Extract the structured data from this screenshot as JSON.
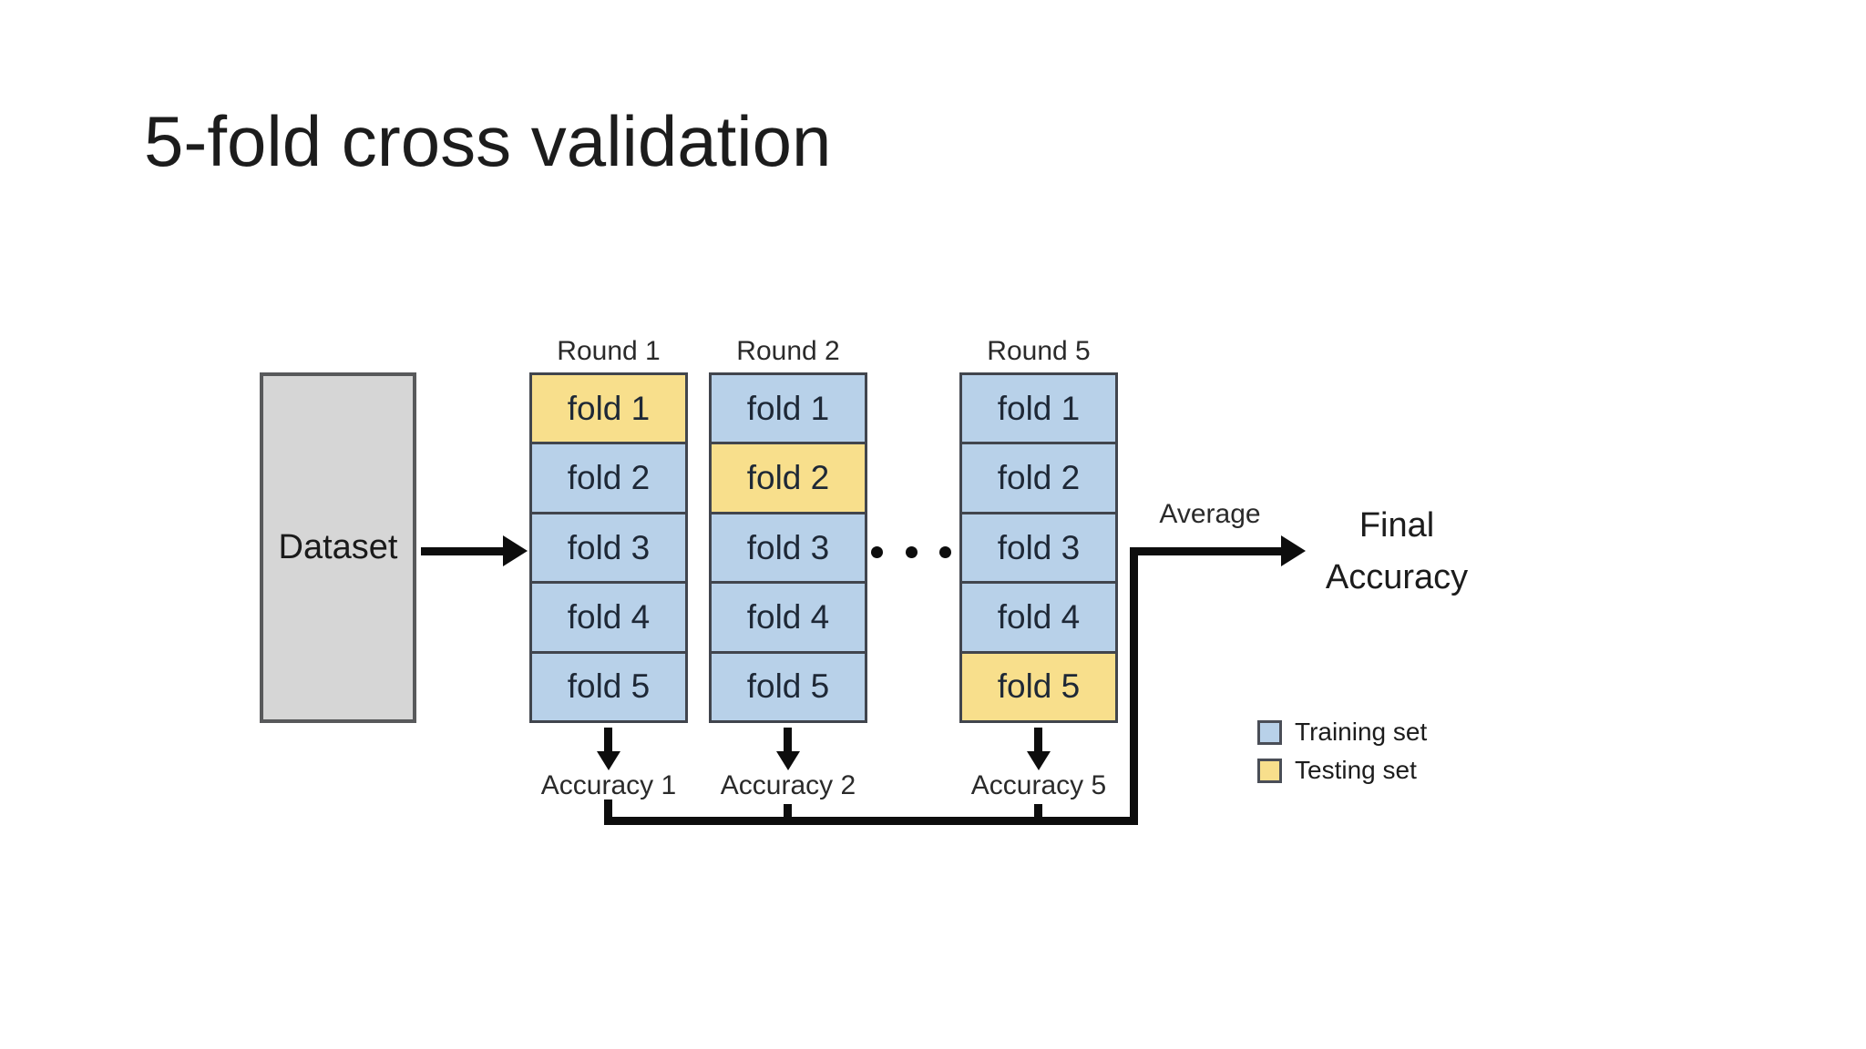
{
  "slide": {
    "title": "5-fold cross validation"
  },
  "colors": {
    "training_fill": "#b8d1e9",
    "testing_fill": "#f8df8c",
    "dataset_fill": "#d6d6d6",
    "line": "#0d0d0d"
  },
  "dataset": {
    "label": "Dataset"
  },
  "rounds": [
    {
      "label": "Round 1",
      "folds": [
        "fold 1",
        "fold 2",
        "fold 3",
        "fold 4",
        "fold 5"
      ],
      "test_fold_index": 0,
      "accuracy_label": "Accuracy 1"
    },
    {
      "label": "Round 2",
      "folds": [
        "fold 1",
        "fold 2",
        "fold 3",
        "fold 4",
        "fold 5"
      ],
      "test_fold_index": 1,
      "accuracy_label": "Accuracy 2"
    },
    {
      "label": "Round 5",
      "folds": [
        "fold 1",
        "fold 2",
        "fold 3",
        "fold 4",
        "fold 5"
      ],
      "test_fold_index": 4,
      "accuracy_label": "Accuracy 5"
    }
  ],
  "ellipsis": {
    "icon": "horizontal-dots-icon",
    "count": 3
  },
  "average_label": "Average",
  "final_accuracy": {
    "line1": "Final",
    "line2": "Accuracy"
  },
  "legend": [
    {
      "label": "Training set",
      "type": "training"
    },
    {
      "label": "Testing set",
      "type": "testing"
    }
  ]
}
